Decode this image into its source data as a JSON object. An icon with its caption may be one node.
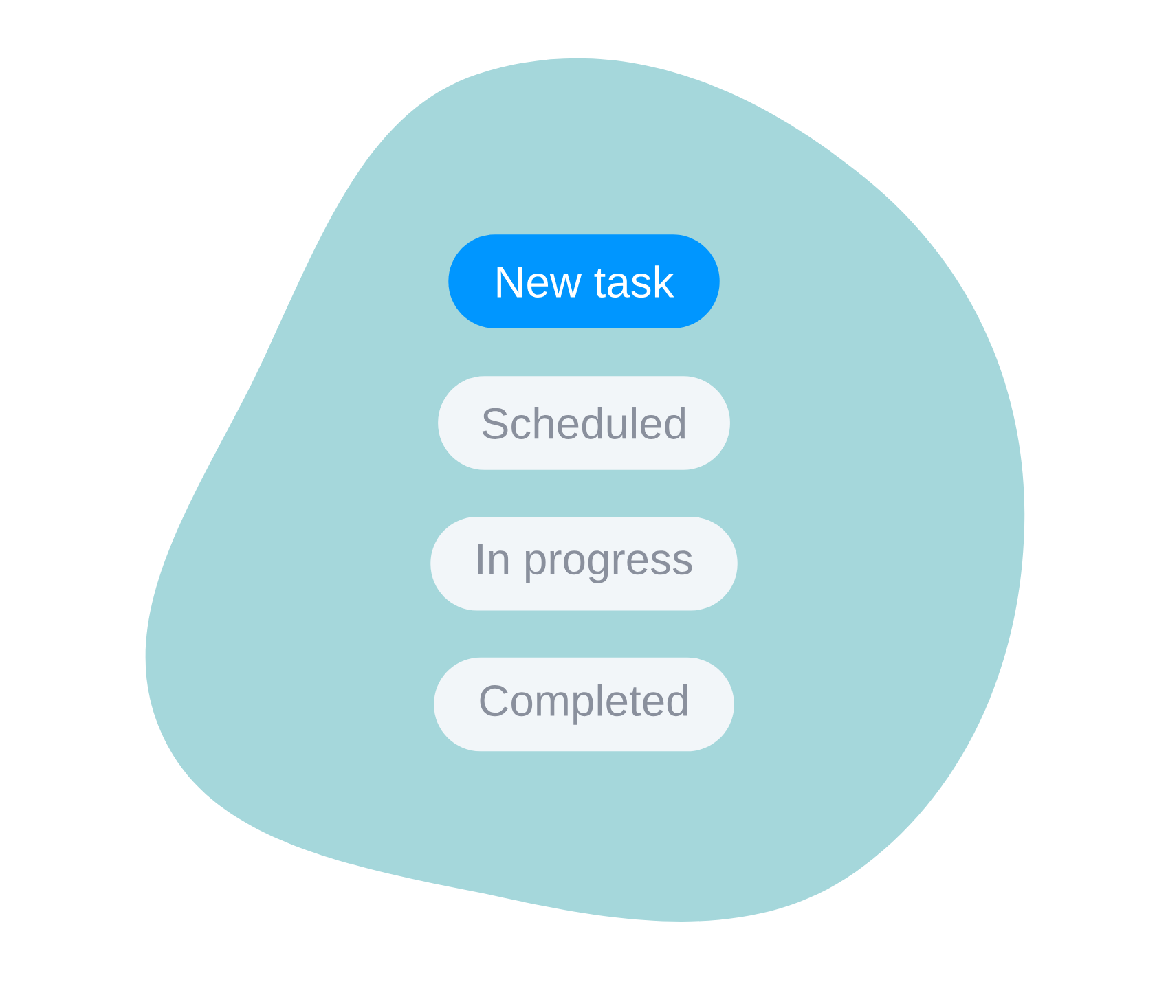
{
  "diagram": {
    "nodes": [
      {
        "text": [
          "New task"
        ]
      },
      {
        "text": [
          "Scheduled"
        ]
      },
      {
        "text": [
          "In progress"
        ]
      },
      {
        "text": [
          "Completed"
        ]
      }
    ]
  }
}
